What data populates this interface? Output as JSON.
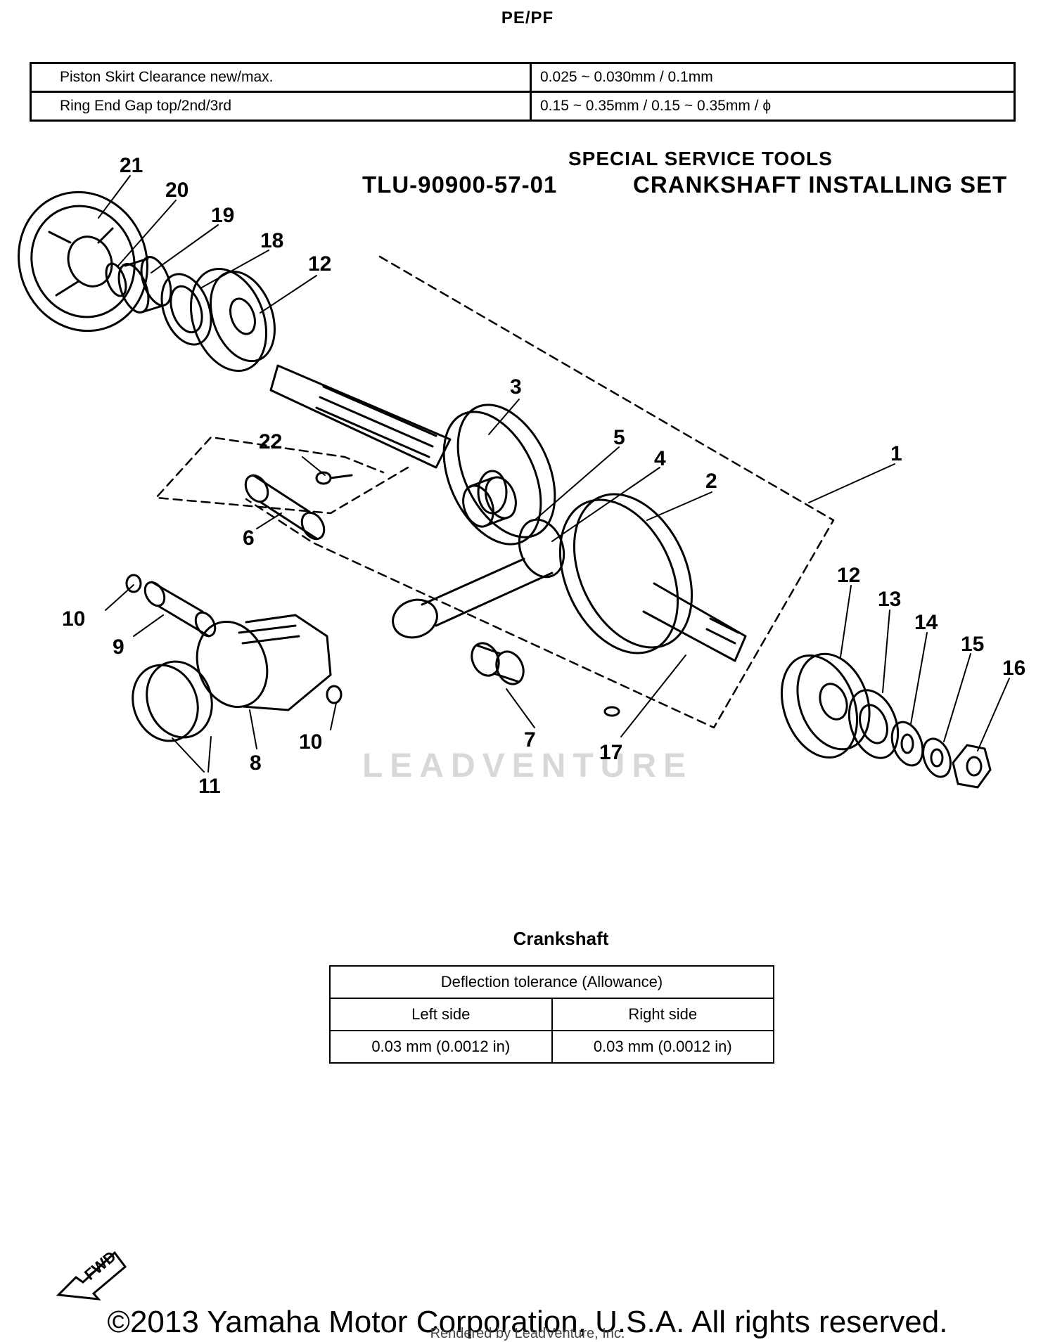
{
  "header": {
    "code": "PE/PF"
  },
  "spec_table": {
    "rows": [
      {
        "label": "Piston Skirt Clearance new/max.",
        "value": "0.025 ~ 0.030mm / 0.1mm"
      },
      {
        "label": "Ring End Gap top/2nd/3rd",
        "value": "0.15 ~ 0.35mm / 0.15 ~ 0.35mm / ϕ"
      }
    ]
  },
  "tools": {
    "title": "SPECIAL SERVICE TOOLS",
    "number": "TLU-90900-57-01",
    "name": "CRANKSHAFT INSTALLING SET"
  },
  "callouts": {
    "c1": "1",
    "c2": "2",
    "c3": "3",
    "c4": "4",
    "c5": "5",
    "c6": "6",
    "c7": "7",
    "c8": "8",
    "c9": "9",
    "c10a": "10",
    "c10b": "10",
    "c11": "11",
    "c12a": "12",
    "c12b": "12",
    "c13": "13",
    "c14": "14",
    "c15": "15",
    "c16": "16",
    "c17": "17",
    "c18": "18",
    "c19": "19",
    "c20": "20",
    "c21": "21",
    "c22": "22"
  },
  "fwd_label": "FWD",
  "watermark": "LEADVENTURE",
  "crankshaft": {
    "title": "Crankshaft",
    "header": "Deflection tolerance (Allowance)",
    "left_label": "Left side",
    "right_label": "Right side",
    "left_value": "0.03 mm (0.0012 in)",
    "right_value": "0.03 mm (0.0012 in)"
  },
  "footer": {
    "copyright": "©2013 Yamaha Motor Corporation, U.S.A. All rights reserved.",
    "rendered": "Rendered by LeadVenture, Inc."
  }
}
